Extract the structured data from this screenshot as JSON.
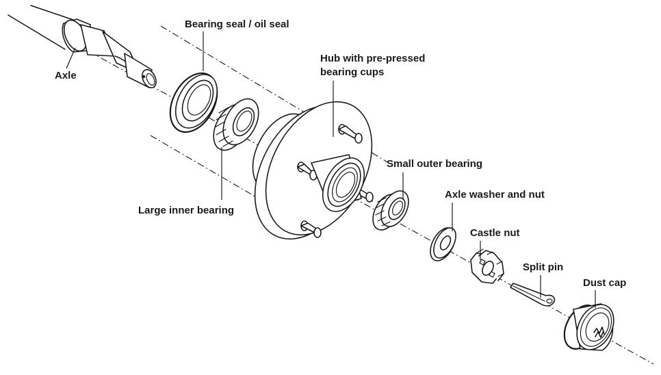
{
  "labels": {
    "axle": "Axle",
    "bearing_seal": "Bearing seal / oil seal",
    "hub_line1": "Hub with pre-pressed",
    "hub_line2": "bearing cups",
    "large_inner_bearing": "Large inner bearing",
    "small_outer_bearing": "Small outer bearing",
    "axle_washer_nut": "Axle washer and nut",
    "castle_nut": "Castle nut",
    "split_pin": "Split pin",
    "dust_cap": "Dust cap"
  },
  "colors": {
    "ink": "#1a1a1a",
    "background": "#ffffff"
  }
}
